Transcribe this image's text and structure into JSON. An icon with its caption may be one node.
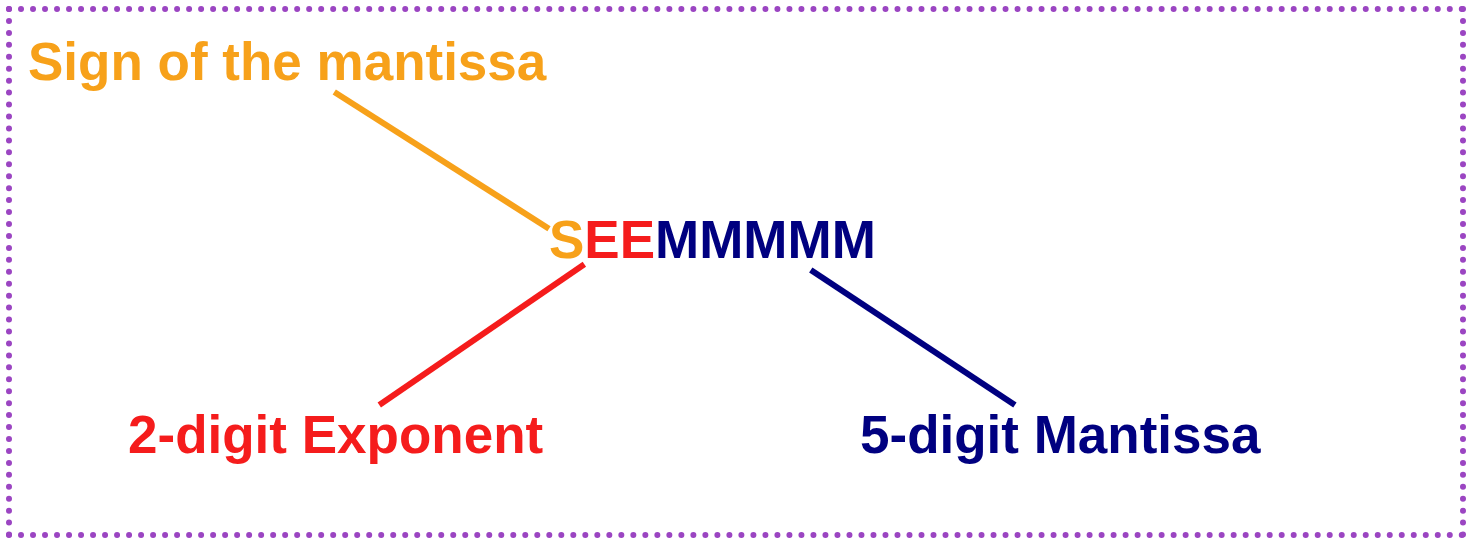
{
  "diagram": {
    "nodes": [
      {
        "text": [
          "Sign of the mantissa"
        ]
      },
      {
        "text": [
          "S"
        ]
      },
      {
        "text": [
          "EE"
        ]
      },
      {
        "text": [
          "MMMMM"
        ]
      },
      {
        "text": [
          "2-digit Exponent"
        ]
      },
      {
        "text": [
          "5-digit Mantissa"
        ]
      }
    ],
    "edges": [
      {
        "from": 0,
        "to": 1,
        "arrow": "none",
        "color": "#f7a11a"
      },
      {
        "from": 4,
        "to": 2,
        "arrow": "none",
        "color": "#f51c1c"
      },
      {
        "from": 5,
        "to": 3,
        "arrow": "none",
        "color": "#000080"
      }
    ]
  }
}
